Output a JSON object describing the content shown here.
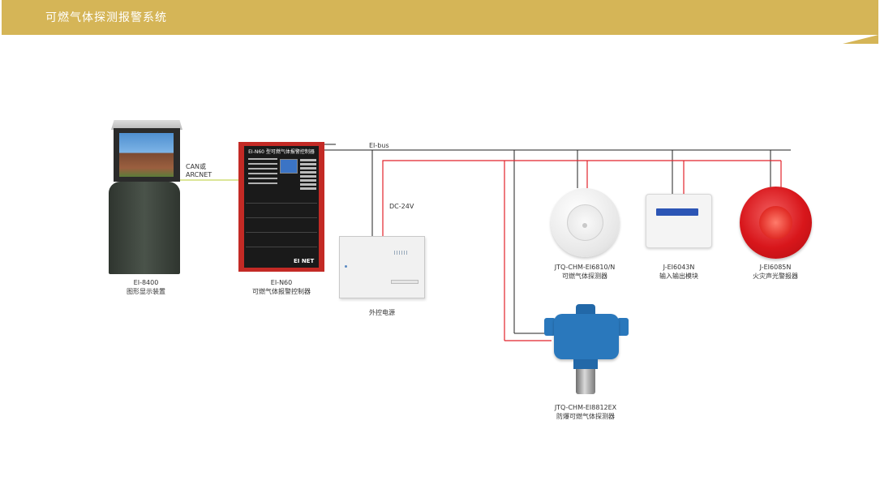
{
  "header": {
    "title": "可燃气体探测报警系统"
  },
  "colors": {
    "header_bg": "#d5b557",
    "bus_wire": "#222222",
    "power_wire": "#e2232a",
    "can_wire": "#c8d75a"
  },
  "wires": {
    "can_label_line1": "CAN或",
    "can_label_line2": "ARCNET",
    "bus_label": "EI-bus",
    "power_label": "DC-24V"
  },
  "devices": {
    "kiosk": {
      "model": "EI-8400",
      "name": "图形显示装置"
    },
    "controller": {
      "model": "EI-N60",
      "name": "可燃气体报警控制器",
      "panel_title": "EI-N60 型可燃气体报警控制器",
      "brand": "EI NET"
    },
    "power_supply": {
      "name": "外控电源"
    },
    "detector": {
      "model": "JTQ-CHM-EI6810/N",
      "name": "可燃气体探测器"
    },
    "module": {
      "model": "J-EI6043N",
      "name": "输入输出模块"
    },
    "strobe": {
      "model": "J-EI6085N",
      "name": "火灾声光警报器"
    },
    "ex_detector": {
      "model": "JTQ-CHM-EI8812EX",
      "name": "防爆可燃气体探测器"
    }
  }
}
